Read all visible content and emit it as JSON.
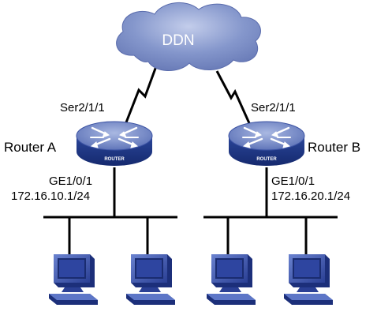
{
  "diagram": {
    "cloud": {
      "label": "DDN"
    },
    "router_a": {
      "name": "Router A",
      "serial_interface": "Ser2/1/1",
      "eth_interface": "GE1/0/1",
      "ip": "172.16.10.1/24",
      "badge": "ROUTER"
    },
    "router_b": {
      "name": "Router B",
      "serial_interface": "Ser2/1/1",
      "eth_interface": "GE1/0/1",
      "ip": "172.16.20.1/24",
      "badge": "ROUTER"
    },
    "hosts_per_lan": 2,
    "colors": {
      "cloud_fill": "#7b8fc6",
      "cloud_highlight": "#b7c4e6",
      "router_top": "#6f84c2",
      "router_body": "#1e3a8c",
      "pc_blue": "#3e56b0",
      "pc_dark": "#1a2e78",
      "line": "#000000"
    }
  }
}
